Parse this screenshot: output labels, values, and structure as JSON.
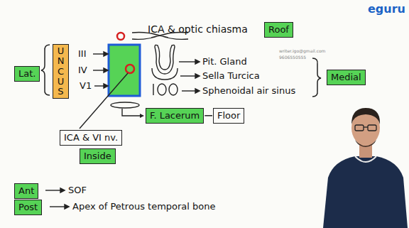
{
  "diagram": {
    "nodes": [
      {
        "text": [
          "Roof"
        ]
      },
      {
        "text": [
          "Lat."
        ]
      },
      {
        "text": [
          "UNCUS"
        ]
      },
      {
        "text": [
          "Medial"
        ]
      },
      {
        "text": [
          "ICA & VI nv."
        ]
      },
      {
        "text": [
          "Inside"
        ]
      },
      {
        "text": [
          "F. Lacerum"
        ]
      },
      {
        "text": [
          "Floor"
        ]
      },
      {
        "text": [
          "Ant"
        ]
      },
      {
        "text": [
          "Post"
        ]
      }
    ],
    "edges": [
      {
        "from": 6,
        "to": 7,
        "arrow": "none"
      }
    ],
    "labels": [
      "ICA & optic chiasma",
      "III",
      "IV",
      "V1",
      "Pit. Gland",
      "Sella Turcica",
      "Sphenoidal air sinus",
      "SOF",
      "Apex of Petrous temporal bone",
      "writer.igo@gmail.com",
      "9606550555",
      "eguru"
    ]
  }
}
